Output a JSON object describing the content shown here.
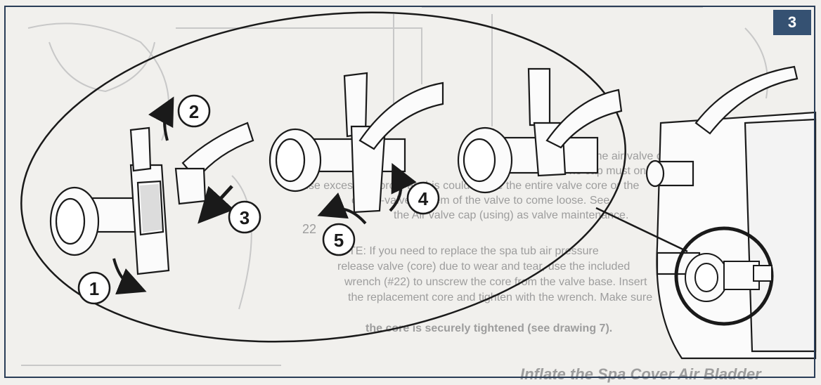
{
  "badge": {
    "number": "3"
  },
  "steps": [
    {
      "label": "1"
    },
    {
      "label": "2"
    },
    {
      "label": "3"
    },
    {
      "label": "4"
    },
    {
      "label": "5"
    }
  ],
  "callout": {
    "ref": "22"
  },
  "background_text": {
    "lines": [
      "6.   Close the air valve cap tightly.",
      "The cap must only be turned on and off. Never",
      "use excessive force, as this could cause the entire valve core or the",
      "check-valve system of the valve to come loose. See",
      "the Air valve cap (using) as valve maintenance.",
      "NOTE: If you need to replace the spa tub air pressure",
      "release valve (core) due to wear and tear, use the included",
      "wrench (#22) to unscrew the core from the valve base. Insert",
      "the replacement core and tighten with the wrench. Make sure",
      "the core is securely tightened (see drawing 7)."
    ],
    "heading": "Inflate the Spa Cover Air Bladder"
  }
}
